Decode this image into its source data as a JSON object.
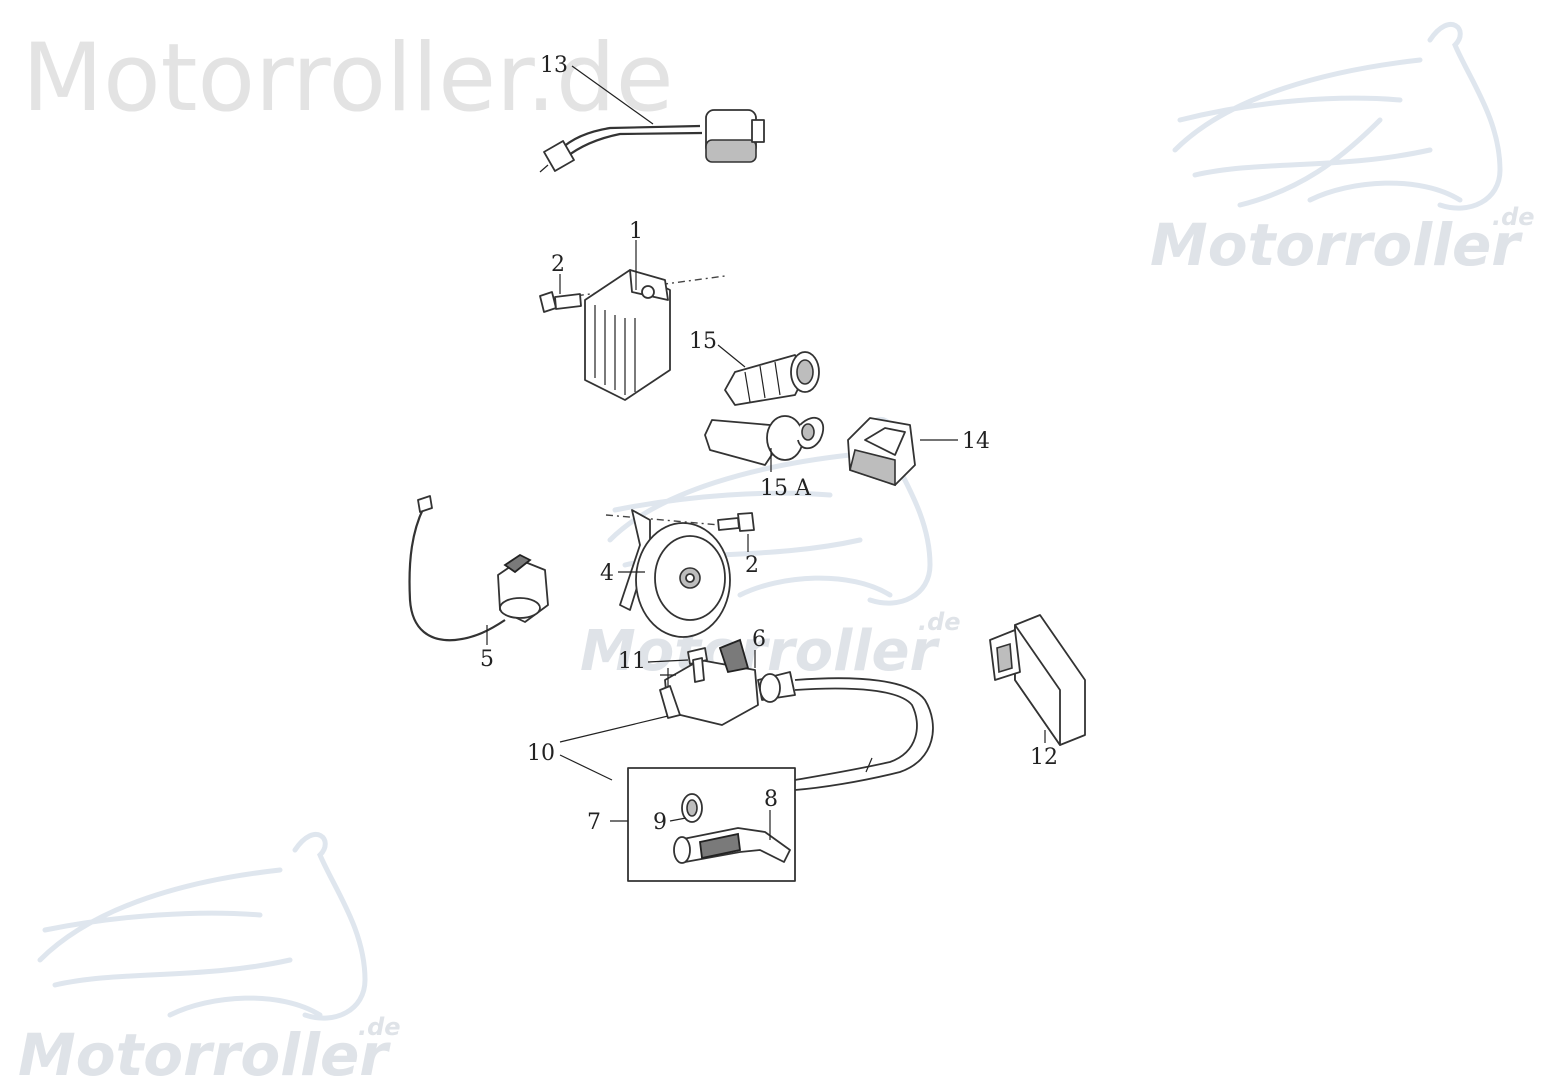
{
  "watermark": {
    "site_text": "Motorroller.de",
    "logo_word": "Motorroller",
    "logo_suffix": ".de"
  },
  "callouts": [
    {
      "id": "c13",
      "label": "13"
    },
    {
      "id": "c1",
      "label": "1"
    },
    {
      "id": "c2a",
      "label": "2"
    },
    {
      "id": "c15",
      "label": "15"
    },
    {
      "id": "c14",
      "label": "14"
    },
    {
      "id": "c15a",
      "label": "15 A"
    },
    {
      "id": "c2b",
      "label": "2"
    },
    {
      "id": "c4",
      "label": "4"
    },
    {
      "id": "c5",
      "label": "5"
    },
    {
      "id": "c6",
      "label": "6"
    },
    {
      "id": "c11",
      "label": "11"
    },
    {
      "id": "c10",
      "label": "10"
    },
    {
      "id": "c12",
      "label": "12"
    },
    {
      "id": "c8",
      "label": "8"
    },
    {
      "id": "c7",
      "label": "7"
    },
    {
      "id": "c9",
      "label": "9"
    }
  ]
}
